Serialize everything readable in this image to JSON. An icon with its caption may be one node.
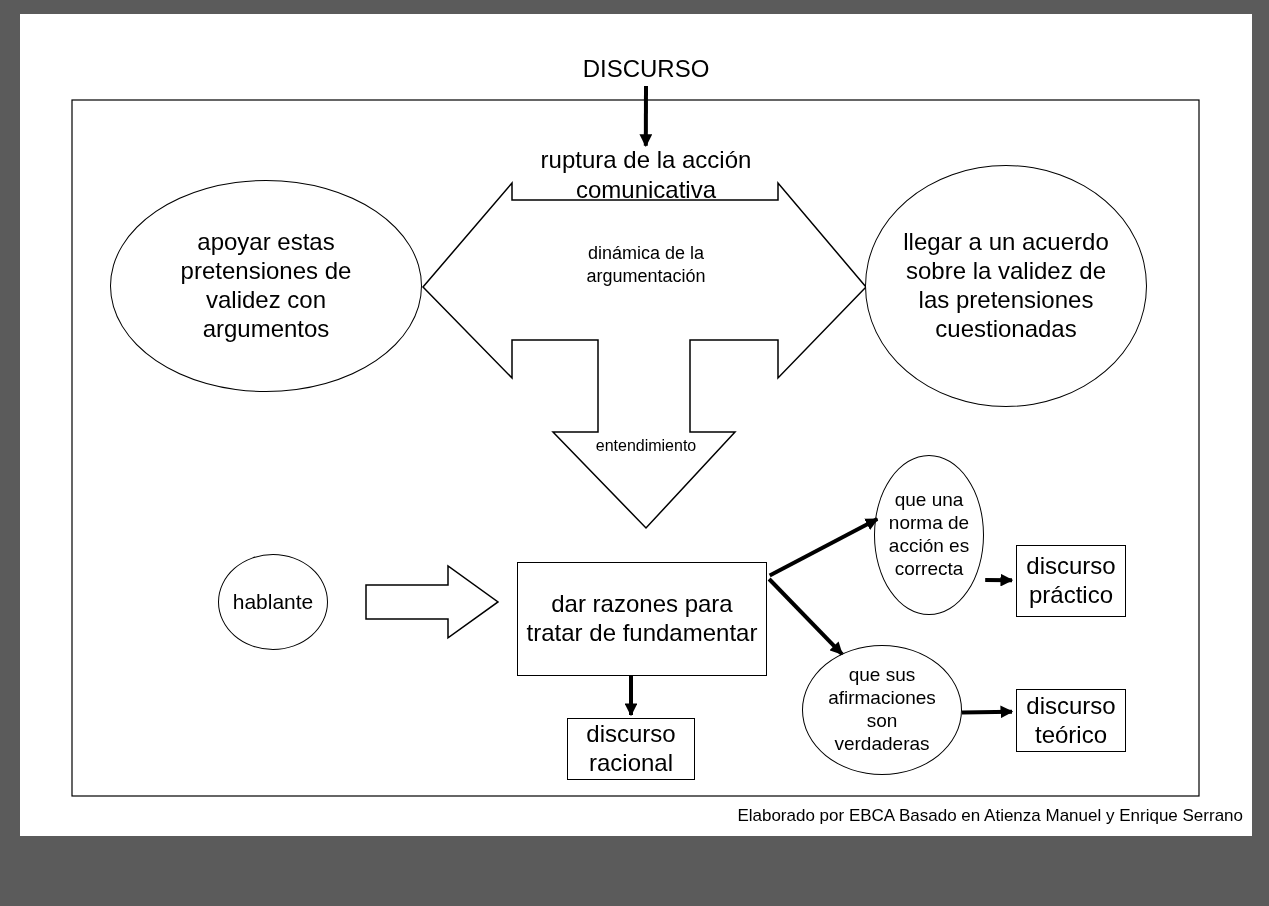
{
  "diagram": {
    "nodes": [
      {
        "text": [
          "DISCURSO"
        ]
      },
      {
        "text": [
          "ruptura de la acción comunicativa",
          "dinámica de la argumentación",
          "entendimiento"
        ]
      },
      {
        "text": [
          "apoyar estas pretensiones de validez con argumentos"
        ]
      },
      {
        "text": [
          "llegar a un acuerdo sobre la validez de las pretensiones cuestionadas"
        ]
      },
      {
        "text": [
          "hablante"
        ]
      },
      {
        "text": [
          "dar razones para tratar de fundamentar"
        ]
      },
      {
        "text": [
          "que una norma de acción es correcta"
        ]
      },
      {
        "text": [
          "discurso práctico"
        ]
      },
      {
        "text": [
          "que sus afirmaciones son verdaderas"
        ]
      },
      {
        "text": [
          "discurso teórico"
        ]
      },
      {
        "text": [
          "discurso racional"
        ]
      }
    ],
    "edges": [
      {
        "from": 0,
        "to": 1,
        "arrow": "to"
      },
      {
        "from": 4,
        "to": 5,
        "arrow": "to"
      },
      {
        "from": 5,
        "to": 6,
        "arrow": "to"
      },
      {
        "from": 5,
        "to": 8,
        "arrow": "to"
      },
      {
        "from": 6,
        "to": 7,
        "arrow": "to"
      },
      {
        "from": 8,
        "to": 9,
        "arrow": "to"
      },
      {
        "from": 5,
        "to": 10,
        "arrow": "to"
      }
    ],
    "caption": "Elaborado por EBCA Basado en Atienza Manuel y Enrique Serrano"
  }
}
